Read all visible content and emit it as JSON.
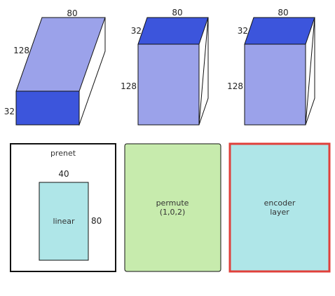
{
  "tensors": [
    {
      "width_label": "80",
      "depth_label": "128",
      "height_label": "32"
    },
    {
      "width_label": "80",
      "depth_label": "32",
      "height_label": "128"
    },
    {
      "width_label": "80",
      "depth_label": "32",
      "height_label": "128"
    }
  ],
  "blocks": {
    "prenet": {
      "title": "prenet",
      "linear_label": "linear",
      "linear_width_label": "40",
      "linear_height_label": "80"
    },
    "permute": {
      "line1": "permute",
      "line2": "(1,0,2)"
    },
    "encoder": {
      "line1": "encoder",
      "line2": "layer"
    }
  },
  "colors": {
    "face_light": "#9ba2ea",
    "face_dark": "#3c55dc",
    "linear_fill": "#afe6e8",
    "permute_fill": "#c7ebad",
    "encoder_fill": "#afe6e8",
    "encoder_border": "#e0403b"
  }
}
